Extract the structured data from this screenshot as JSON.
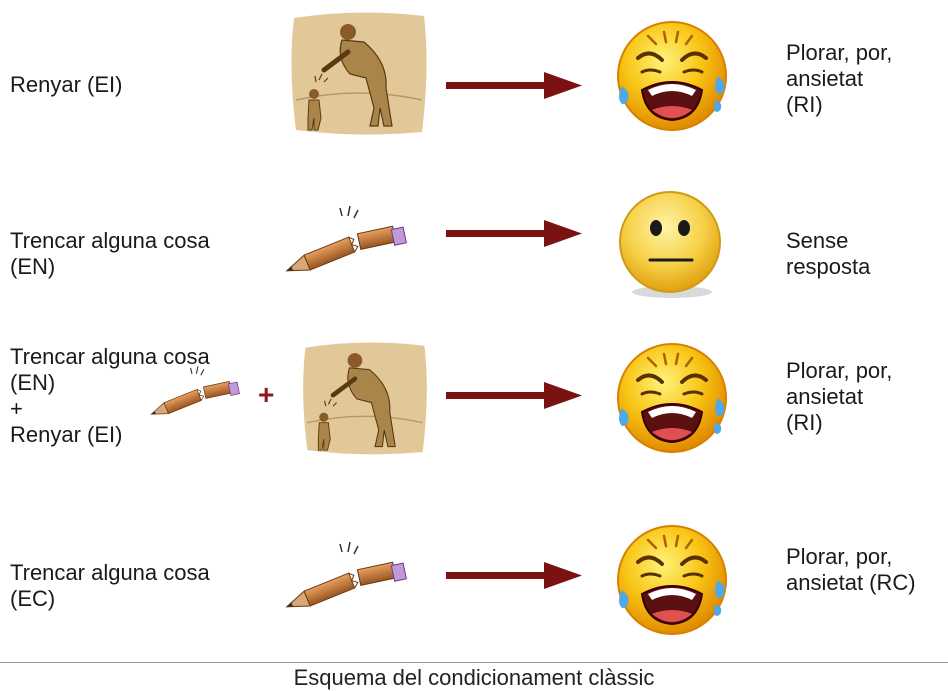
{
  "colors": {
    "arrow": "#7a1212",
    "plus": "#8b1a1a",
    "face_fill": "#f8c514",
    "face_edge": "#e08a00",
    "tear": "#4fa8e8",
    "illustration_bg": "#e2c898",
    "pencil": "#c07a3a"
  },
  "rows": [
    {
      "label": "Renyar (EI)",
      "stimulus_icons": [
        "scolding-man-illustration"
      ],
      "face_icon": "crying-face-icon",
      "response": "Plorar, por,\nansietat\n(RI)"
    },
    {
      "label": "Trencar alguna cosa\n(EN)",
      "stimulus_icons": [
        "broken-pencil-illustration"
      ],
      "face_icon": "neutral-face-icon",
      "response": "Sense\nresposta"
    },
    {
      "label": "Trencar alguna cosa\n(EN)\n+\nRenyar (EI)",
      "stimulus_icons": [
        "broken-pencil-illustration",
        "scolding-man-illustration"
      ],
      "plus": "+",
      "face_icon": "crying-face-icon",
      "response": "Plorar, por,\nansietat\n(RI)"
    },
    {
      "label": "Trencar alguna cosa\n(EC)",
      "stimulus_icons": [
        "broken-pencil-illustration"
      ],
      "face_icon": "crying-face-icon",
      "response": "Plorar, por,\nansietat (RC)"
    }
  ],
  "caption": "Esquema del condicionament clàssic"
}
